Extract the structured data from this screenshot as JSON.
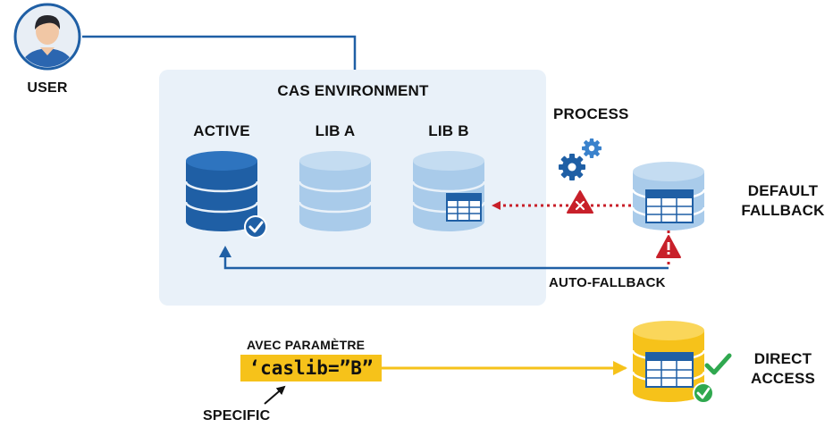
{
  "user": {
    "label": "USER"
  },
  "environment": {
    "title": "CAS ENVIRONMENT",
    "libraries": [
      {
        "label": "ACTIVE"
      },
      {
        "label": "LIB A"
      },
      {
        "label": "LIB B"
      }
    ]
  },
  "process": {
    "label": "PROCESS"
  },
  "default_fallback": {
    "label_line1": "DEFAULT",
    "label_line2": "FALLBACK"
  },
  "auto_fallback": {
    "label": "AUTO-FALLBACK"
  },
  "parameter": {
    "caption": "AVEC PARAMÈTRE",
    "code": "‘caslib=”B”"
  },
  "specific": {
    "label": "SPECIFIC"
  },
  "direct_access": {
    "label_line1": "DIRECT",
    "label_line2": "ACCESS"
  },
  "colors": {
    "active_blue": "#1f5fa5",
    "light_blue": "#a9cbea",
    "panel_bg": "#e9f1f9",
    "line_blue": "#1f5fa5",
    "error_red": "#c8202a",
    "yellow": "#f6c21a",
    "green": "#2fa84f"
  }
}
